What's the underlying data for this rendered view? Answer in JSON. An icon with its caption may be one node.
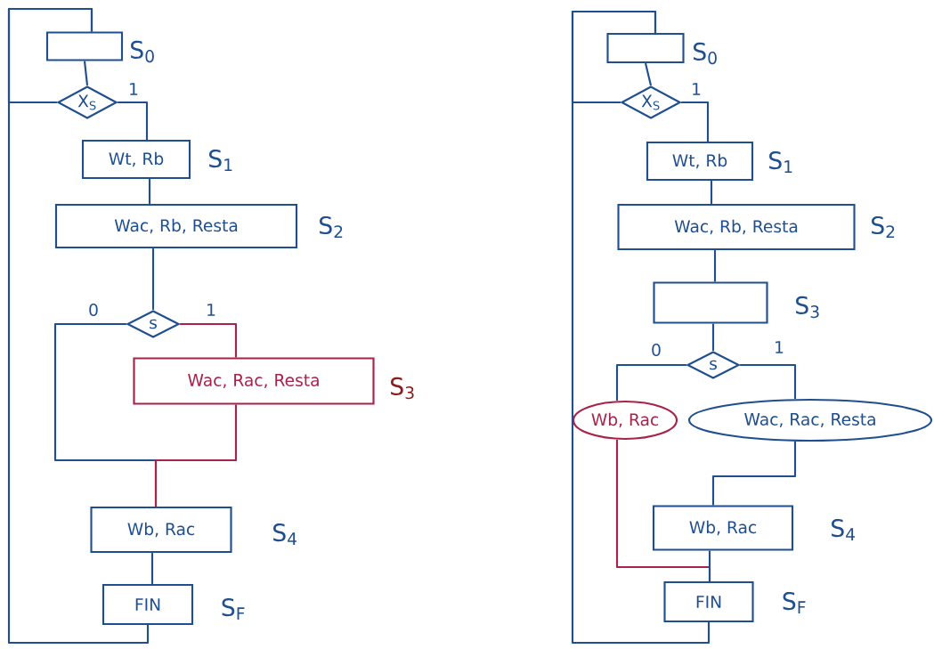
{
  "diagram": {
    "nodes": [
      {
        "text": [],
        "shape": "box",
        "beside": [
          "S$_{0}$"
        ]
      },
      {
        "text": [
          "X$_{S}$"
        ]
      },
      {
        "text": [
          "Wt, Rb"
        ],
        "beside": [
          "S$_{1}$"
        ]
      },
      {
        "text": [
          "Wac, Rb, Resta"
        ],
        "beside": [
          "S$_{2}$"
        ]
      },
      {
        "text": [
          "s"
        ]
      },
      {
        "text": [
          "Wac, Rac, Resta"
        ],
        "beside": [
          "S$_{3}$"
        ]
      },
      {
        "text": [
          "Wb, Rac"
        ],
        "beside": [
          "S$_{4}$"
        ]
      },
      {
        "text": [
          "FIN"
        ],
        "beside": [
          "S$_{F}$"
        ]
      },
      {
        "text": [],
        "shape": "box",
        "beside": [
          "S$_{0}$"
        ]
      },
      {
        "text": [
          "X$_{S}$"
        ]
      },
      {
        "text": [
          "Wt, Rb"
        ],
        "beside": [
          "S$_{1}$"
        ]
      },
      {
        "text": [
          "Wac, Rb, Resta"
        ],
        "beside": [
          "S$_{2}$"
        ]
      },
      {
        "text": [],
        "shape": "box",
        "beside": [
          "S$_{3}$"
        ]
      },
      {
        "text": [
          "s"
        ]
      },
      {
        "text": [
          "Wb, Rac"
        ]
      },
      {
        "text": [
          "Wac, Rac, Resta"
        ]
      },
      {
        "text": [
          "Wb, Rac"
        ],
        "beside": [
          "S$_{4}$"
        ]
      },
      {
        "text": [
          "FIN"
        ],
        "beside": [
          "S$_{F}$"
        ]
      }
    ],
    "edges": [
      {
        "from": 0,
        "to": 1,
        "arrow": "none"
      },
      {
        "from": 1,
        "to": 2,
        "arrow": "none",
        "label": "1"
      },
      {
        "from": 1,
        "to": 0,
        "arrow": "none"
      },
      {
        "from": 7,
        "to": 0,
        "arrow": "none"
      },
      {
        "from": 2,
        "to": 3,
        "arrow": "none"
      },
      {
        "from": 3,
        "to": 4,
        "arrow": "none"
      },
      {
        "from": 4,
        "to": 6,
        "arrow": "none",
        "label": "0"
      },
      {
        "from": 4,
        "to": 5,
        "arrow": "none",
        "label": "1",
        "color": "#a8234a"
      },
      {
        "from": 5,
        "to": 6,
        "arrow": "none",
        "color": "#a8234a"
      },
      {
        "from": 6,
        "to": 7,
        "arrow": "none"
      },
      {
        "from": 8,
        "to": 9,
        "arrow": "none"
      },
      {
        "from": 9,
        "to": 10,
        "arrow": "none",
        "label": "1"
      },
      {
        "from": 9,
        "to": 8,
        "arrow": "none"
      },
      {
        "from": 17,
        "to": 8,
        "arrow": "none"
      },
      {
        "from": 10,
        "to": 11,
        "arrow": "none"
      },
      {
        "from": 11,
        "to": 12,
        "arrow": "none"
      },
      {
        "from": 12,
        "to": 13,
        "arrow": "none"
      },
      {
        "from": 13,
        "to": 14,
        "arrow": "none",
        "label": "0"
      },
      {
        "from": 13,
        "to": 15,
        "arrow": "none",
        "label": "1"
      },
      {
        "from": 15,
        "to": 16,
        "arrow": "none"
      },
      {
        "from": 14,
        "to": 17,
        "arrow": "none",
        "color": "#a8234a"
      },
      {
        "from": 16,
        "to": 17,
        "arrow": "none"
      }
    ]
  }
}
